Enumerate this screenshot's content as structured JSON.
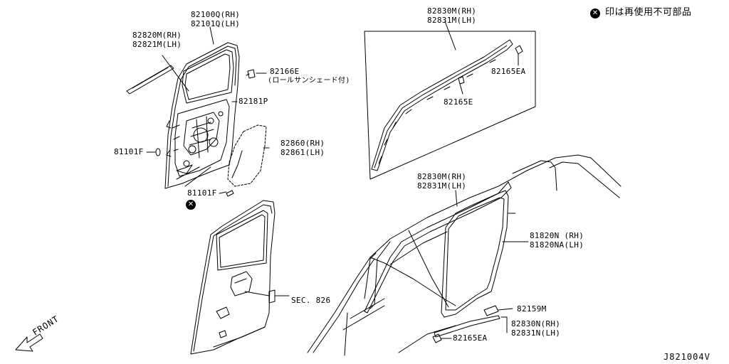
{
  "legend": {
    "symbol": "✕",
    "text": "印は再使用不可部品"
  },
  "diagram_code": "J821004V",
  "front_label": "FRONT",
  "door_frame": {
    "part_rh": "82100Q(RH)",
    "part_lh": "82101Q(LH)"
  },
  "outer_molding": {
    "part_rh": "82820M(RH)",
    "part_lh": "82821M(LH)"
  },
  "clip_roll_shade": {
    "part": "82166E",
    "note": "(ロールサンシェード付)"
  },
  "screen_bracket": {
    "part": "82181P"
  },
  "sealing_screen": {
    "part_rh": "82860(RH)",
    "part_lh": "82861(LH)"
  },
  "plug_upper": {
    "part": "81101F"
  },
  "plug_lower": {
    "part": "81101F"
  },
  "upper_inset": {
    "weatherstrip_rh": "82830M(RH)",
    "weatherstrip_lh": "82831M(LH)",
    "clip_ea": "82165EA",
    "clip_e": "82165E"
  },
  "body_weatherstrip_top": {
    "part_rh": "82830M(RH)",
    "part_lh": "82831M(LH)"
  },
  "door_weatherstrip": {
    "part_rh": "81820N (RH)",
    "part_lh": "81820NA(LH)"
  },
  "lower_clip": {
    "part": "82159M"
  },
  "lower_weatherstrip": {
    "part_rh": "82830N(RH)",
    "part_lh": "82831N(LH)"
  },
  "lower_clip_ea": {
    "part": "82165EA"
  },
  "section_ref": {
    "text": "SEC. 826"
  }
}
